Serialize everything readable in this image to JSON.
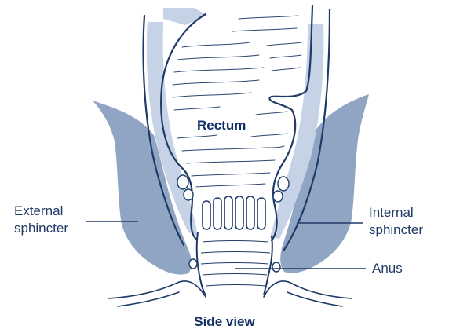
{
  "labels": {
    "rectum": "Rectum",
    "external_line1": "External",
    "external_line2": "sphincter",
    "internal_line1": "Internal",
    "internal_line2": "sphincter",
    "anus": "Anus"
  },
  "caption": "Side view",
  "colors": {
    "outline": "#1e3a66",
    "external_sphincter": "#8fa5c3",
    "internal_sphincter": "#c6d3e6",
    "wall_hatching": "#2a4670",
    "background": "#ffffff"
  }
}
